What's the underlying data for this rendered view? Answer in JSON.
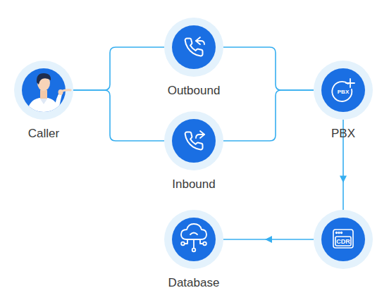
{
  "diagram": {
    "nodes": [
      {
        "text": [
          "Caller"
        ]
      },
      {
        "text": [
          "Outbound"
        ]
      },
      {
        "text": [
          "Inbound"
        ]
      },
      {
        "text": [
          "PBX",
          "PBX"
        ]
      },
      {
        "text": [
          "CDR"
        ]
      },
      {
        "text": [
          "Database"
        ]
      }
    ],
    "edges": [
      {
        "from": 0,
        "to": 1,
        "arrow": "none"
      },
      {
        "from": 0,
        "to": 2,
        "arrow": "none"
      },
      {
        "from": 1,
        "to": 3,
        "arrow": "none"
      },
      {
        "from": 2,
        "to": 3,
        "arrow": "none"
      },
      {
        "from": 3,
        "to": 4,
        "arrow": "to"
      },
      {
        "from": 4,
        "to": 5,
        "arrow": "to"
      }
    ]
  }
}
